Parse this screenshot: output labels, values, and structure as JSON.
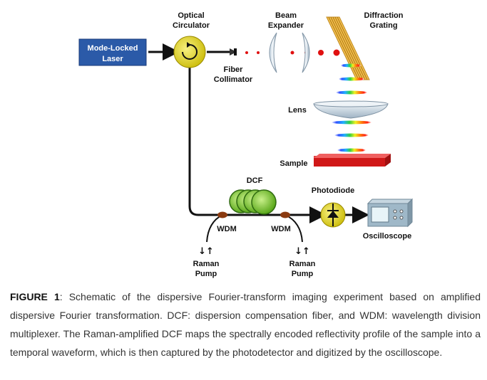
{
  "labels": {
    "laser": [
      "Mode-Locked",
      "Laser"
    ],
    "circulator": [
      "Optical",
      "Circulator"
    ],
    "beam_expander": [
      "Beam",
      "Expander"
    ],
    "diffraction_grating": [
      "Diffraction",
      "Grating"
    ],
    "fiber_collimator": [
      "Fiber",
      "Collimator"
    ],
    "lens": "Lens",
    "sample": "Sample",
    "dcf": "DCF",
    "photodiode": "Photodiode",
    "oscilloscope": "Oscilloscope",
    "wdm_left": "WDM",
    "wdm_right": "WDM",
    "raman_pump_left": [
      "Raman",
      "Pump"
    ],
    "raman_pump_right": [
      "Raman",
      "Pump"
    ],
    "pump_arrows": "↓↑"
  },
  "caption": {
    "figure_label": "FIGURE 1",
    "text": ": Schematic of the dispersive Fourier-transform imaging experiment based on amplified dispersive Fourier transformation. DCF: dispersion compensation fiber, and WDM: wavelength division multiplexer. The Raman-amplified DCF maps the spectrally encoded reflectivity profile of the sample into a temporal waveform, which is then captured by the photodetector and digitized by the oscilloscope."
  },
  "colors": {
    "laser_box": "#2b5aa8",
    "circulator": "#e8e020",
    "beam_dot": "#e01010",
    "grating": "#f2c050",
    "sample": "#d01818",
    "dcf_coil": "#8fd63a",
    "wdm": "#8a3a10",
    "oscilloscope": "#9fb8c8",
    "fiber": "#111111"
  },
  "icons": [
    "circulator-arrow-icon",
    "photodiode-symbol-icon",
    "oscilloscope-icon",
    "fiber-collimator-icon"
  ]
}
